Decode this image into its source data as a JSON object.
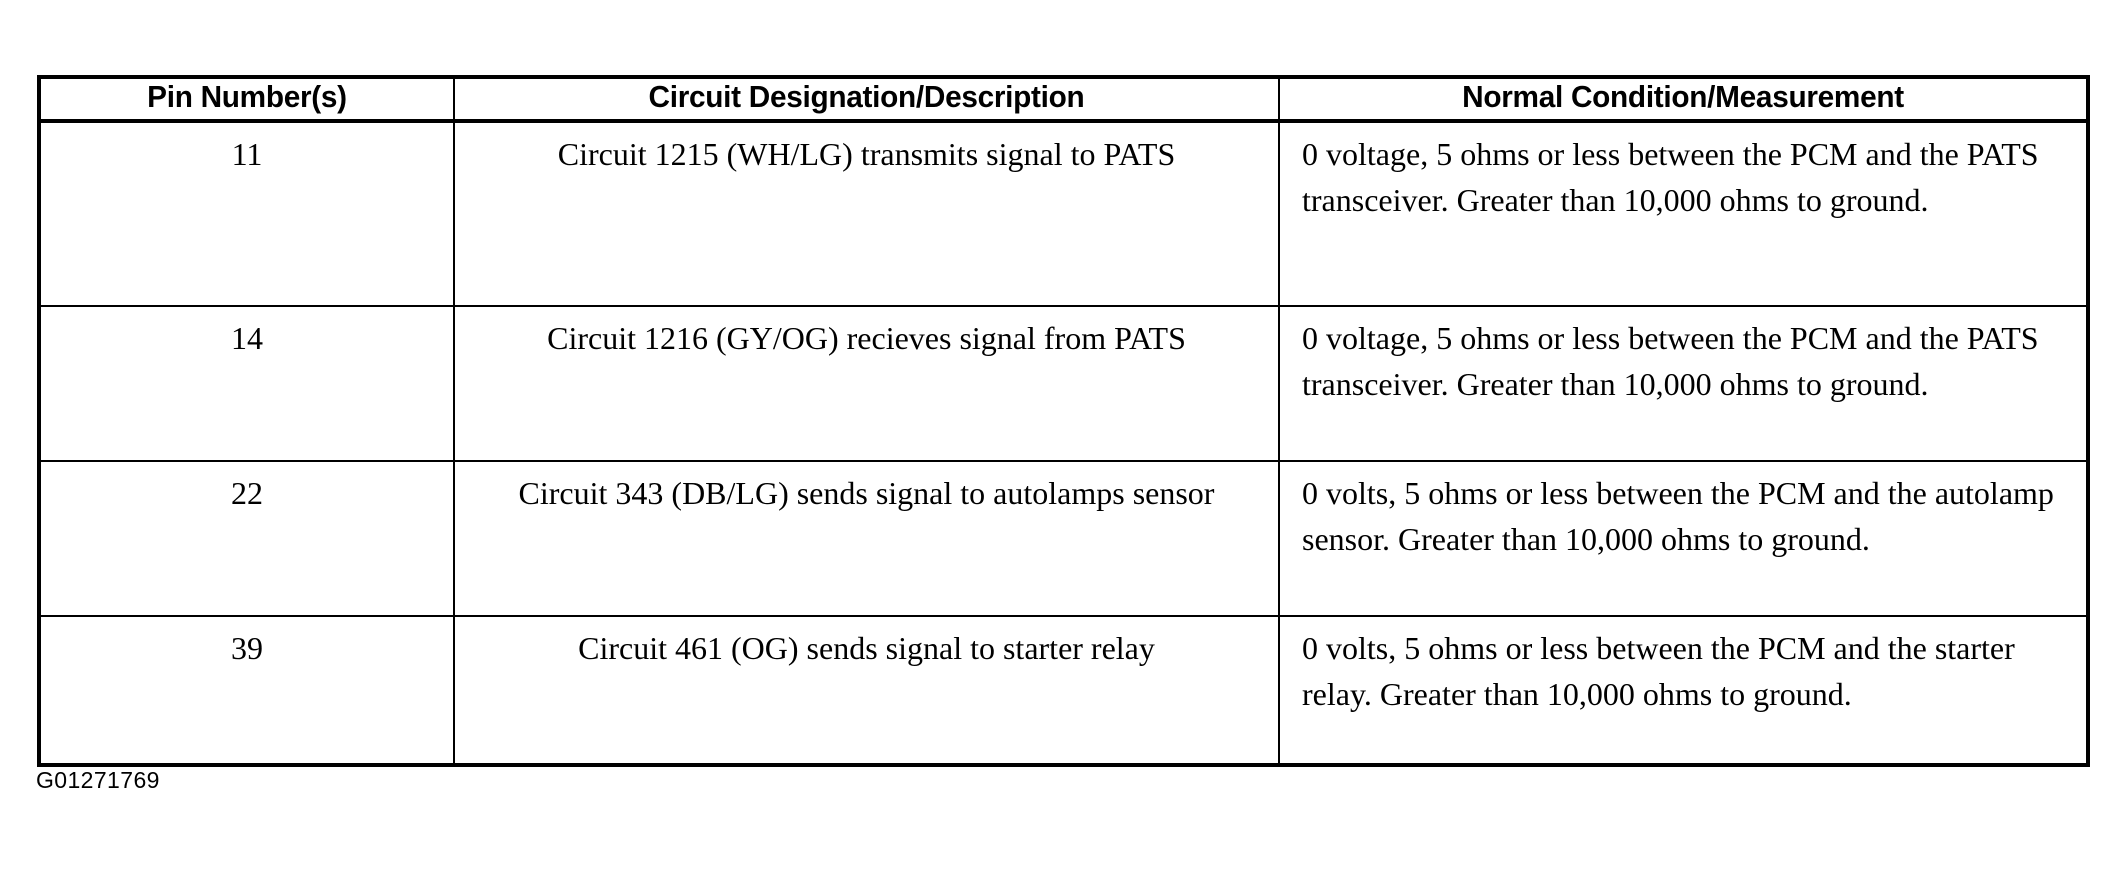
{
  "table": {
    "headers": [
      "Pin Number(s)",
      "Circuit Designation/Description",
      "Normal Condition/Measurement"
    ],
    "rows": [
      {
        "pin": "11",
        "description": "Circuit 1215 (WH/LG) transmits signal to PATS",
        "condition": "0 voltage, 5 ohms or less between the PCM and the PATS transceiver. Greater than 10,000 ohms to ground."
      },
      {
        "pin": "14",
        "description": "Circuit 1216 (GY/OG) recieves signal from PATS",
        "condition": "0 voltage, 5 ohms or less between the PCM and the PATS transceiver. Greater than 10,000 ohms to ground."
      },
      {
        "pin": "22",
        "description": "Circuit 343 (DB/LG) sends signal to autolamps sensor",
        "condition": "0 volts, 5 ohms or less between the PCM and the autolamp sensor. Greater than 10,000 ohms to ground."
      },
      {
        "pin": "39",
        "description": "Circuit 461 (OG) sends signal to starter relay",
        "condition": "0 volts, 5 ohms or less between the PCM and the starter relay. Greater than 10,000 ohms to ground."
      }
    ]
  },
  "figure": {
    "id": "G01271769"
  },
  "colors": {
    "ink": "#000000",
    "paper": "#ffffff"
  }
}
